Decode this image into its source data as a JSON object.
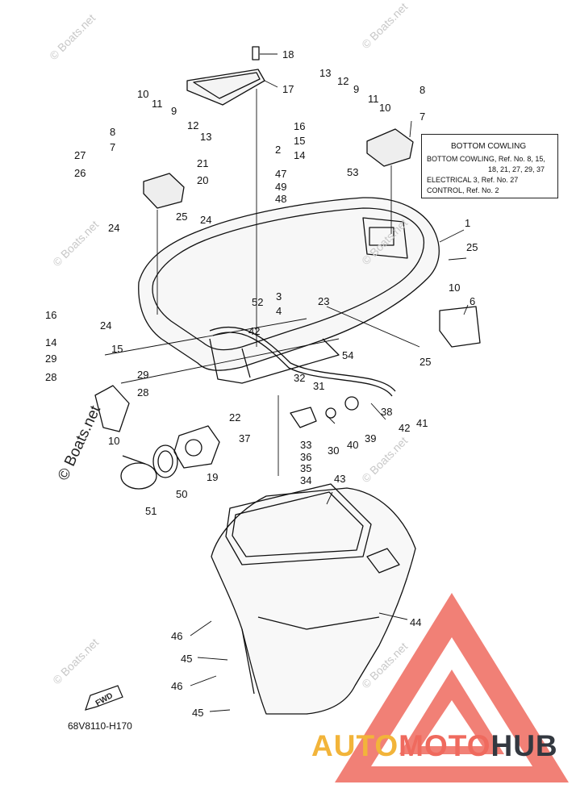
{
  "diagram": {
    "note_box": {
      "title": "BOTTOM COWLING",
      "lines": [
        "BOTTOM COWLING, Ref. No. 8, 15,",
        "18, 21, 27, 29, 37",
        "ELECTRICAL 3, Ref. No. 27",
        "CONTROL, Ref. No. 2"
      ]
    },
    "fwd_label": "FWD",
    "part_code": "68V8110-H170",
    "watermark_text": "© Boats.net",
    "brand": {
      "part1": "AUTO",
      "part2": "MOTO",
      "part3": "HUB"
    },
    "colors": {
      "brand_auto": "#f2b43a",
      "brand_moto": "#ef6a5e",
      "brand_hub": "#333840",
      "logo_triangle": "#ef6a5e"
    },
    "callouts": [
      "18",
      "17",
      "13",
      "12",
      "9",
      "11",
      "10",
      "8",
      "7",
      "16",
      "15",
      "14",
      "2",
      "47",
      "49",
      "48",
      "53",
      "10",
      "11",
      "9",
      "12",
      "13",
      "8",
      "7",
      "27",
      "26",
      "21",
      "20",
      "25",
      "24",
      "24",
      "1",
      "25",
      "10",
      "6",
      "3",
      "4",
      "23",
      "52",
      "42",
      "16",
      "24",
      "15",
      "14",
      "29",
      "28",
      "29",
      "28",
      "54",
      "25",
      "32",
      "31",
      "22",
      "10",
      "38",
      "42",
      "41",
      "37",
      "33",
      "30",
      "40",
      "39",
      "36",
      "35",
      "34",
      "19",
      "50",
      "51",
      "43",
      "44",
      "46",
      "45",
      "46",
      "45"
    ]
  }
}
